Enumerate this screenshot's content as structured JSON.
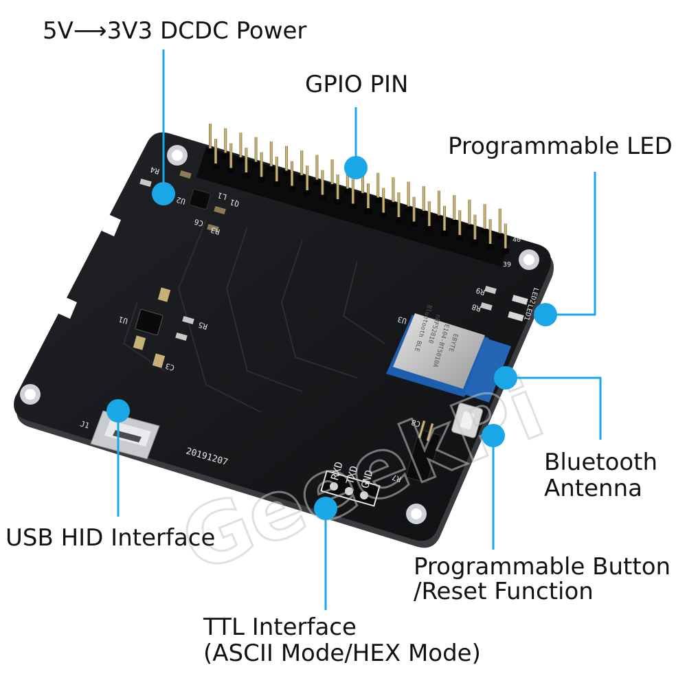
{
  "labels": {
    "power": "5V⟶3V3 DCDC Power",
    "gpio": "GPIO PIN",
    "led": "Programmable LED",
    "bluetooth_line1": "Bluetooth",
    "bluetooth_line2": "Antenna",
    "usb": "USB HID Interface",
    "button_line1": "Programmable Button",
    "button_line2": "/Reset Function",
    "ttl_line1": "TTL Interface",
    "ttl_line2": "(ASCII Mode/HEX Mode)"
  },
  "silkscreen": {
    "rxd": "RXD",
    "txd": "TXD",
    "gnd": "GND",
    "date": "20191207",
    "j1": "J1",
    "u1": "U1",
    "u2": "U2",
    "u3": "U3",
    "l1": "L1",
    "q1": "Q1",
    "r3": "R3",
    "r4": "R4",
    "r5": "R5",
    "r8": "R8",
    "r9": "R9",
    "c3": "C3",
    "c6": "C6",
    "c8": "C8",
    "led1": "LED1",
    "led2": "LED2",
    "pin39": "39",
    "pin40": "40"
  },
  "module_text": {
    "line1": "EBYTE",
    "line2": "E104-BT5010A",
    "line3": "nRF52810",
    "line4": "Bluetooth BLE"
  },
  "watermark": "GeeekPi",
  "colors": {
    "accent": "#1aa7e8",
    "board": "#16171a",
    "text": "#111111"
  }
}
